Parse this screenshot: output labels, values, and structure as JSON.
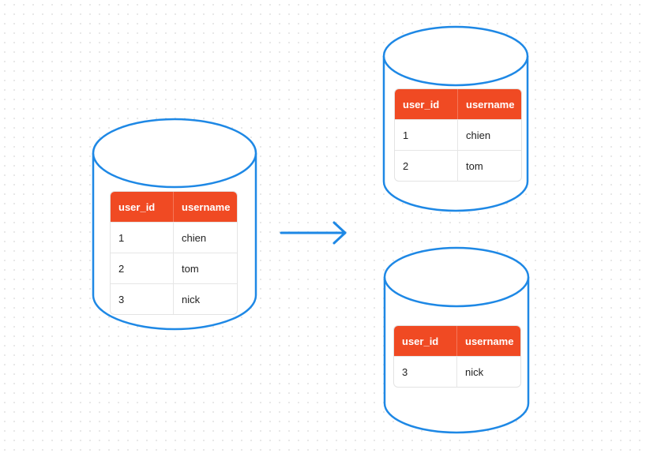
{
  "colors": {
    "cylinder_stroke": "#1e88e5",
    "arrow": "#1e88e5",
    "table_header_bg": "#f04a23",
    "table_header_text": "#ffffff"
  },
  "source_db": {
    "table": {
      "columns": [
        "user_id",
        "username"
      ],
      "rows": [
        [
          "1",
          "chien"
        ],
        [
          "2",
          "tom"
        ],
        [
          "3",
          "nick"
        ]
      ]
    }
  },
  "shard_1": {
    "table": {
      "columns": [
        "user_id",
        "username"
      ],
      "rows": [
        [
          "1",
          "chien"
        ],
        [
          "2",
          "tom"
        ]
      ]
    }
  },
  "shard_2": {
    "table": {
      "columns": [
        "user_id",
        "username"
      ],
      "rows": [
        [
          "3",
          "nick"
        ]
      ]
    }
  }
}
